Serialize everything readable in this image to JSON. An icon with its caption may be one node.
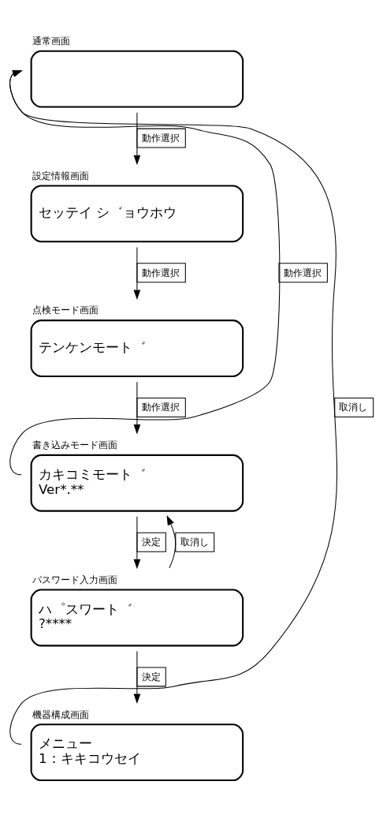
{
  "diagram": {
    "nodes": [
      {
        "text": [
          "通常画面"
        ]
      },
      {
        "text": [
          "設定情報画面",
          "セッテイ シ゛ョウホウ"
        ]
      },
      {
        "text": [
          "点検モード画面",
          "テンケンモート゛"
        ]
      },
      {
        "text": [
          "書き込みモード画面",
          "カキコミモート゛",
          "Ver*.**"
        ]
      },
      {
        "text": [
          "パスワード入力画面",
          "ハ゜スワート゛",
          "?****"
        ]
      },
      {
        "text": [
          "機器構成画面",
          "メニュー",
          "1：キキコウセイ"
        ]
      }
    ],
    "edges": [
      {
        "from": 0,
        "to": 1,
        "arrow": "to",
        "label": "動作選択"
      },
      {
        "from": 1,
        "to": 2,
        "arrow": "to",
        "label": "動作選択"
      },
      {
        "from": 2,
        "to": 3,
        "arrow": "to",
        "label": "動作選択"
      },
      {
        "from": 3,
        "to": 0,
        "arrow": "to",
        "label": "動作選択"
      },
      {
        "from": 3,
        "to": 4,
        "arrow": "to",
        "label": "決定"
      },
      {
        "from": 4,
        "to": 3,
        "arrow": "to",
        "label": "取消し"
      },
      {
        "from": 4,
        "to": 5,
        "arrow": "to",
        "label": "決定"
      },
      {
        "from": 5,
        "to": 0,
        "arrow": "to",
        "label": "取消し"
      }
    ]
  }
}
